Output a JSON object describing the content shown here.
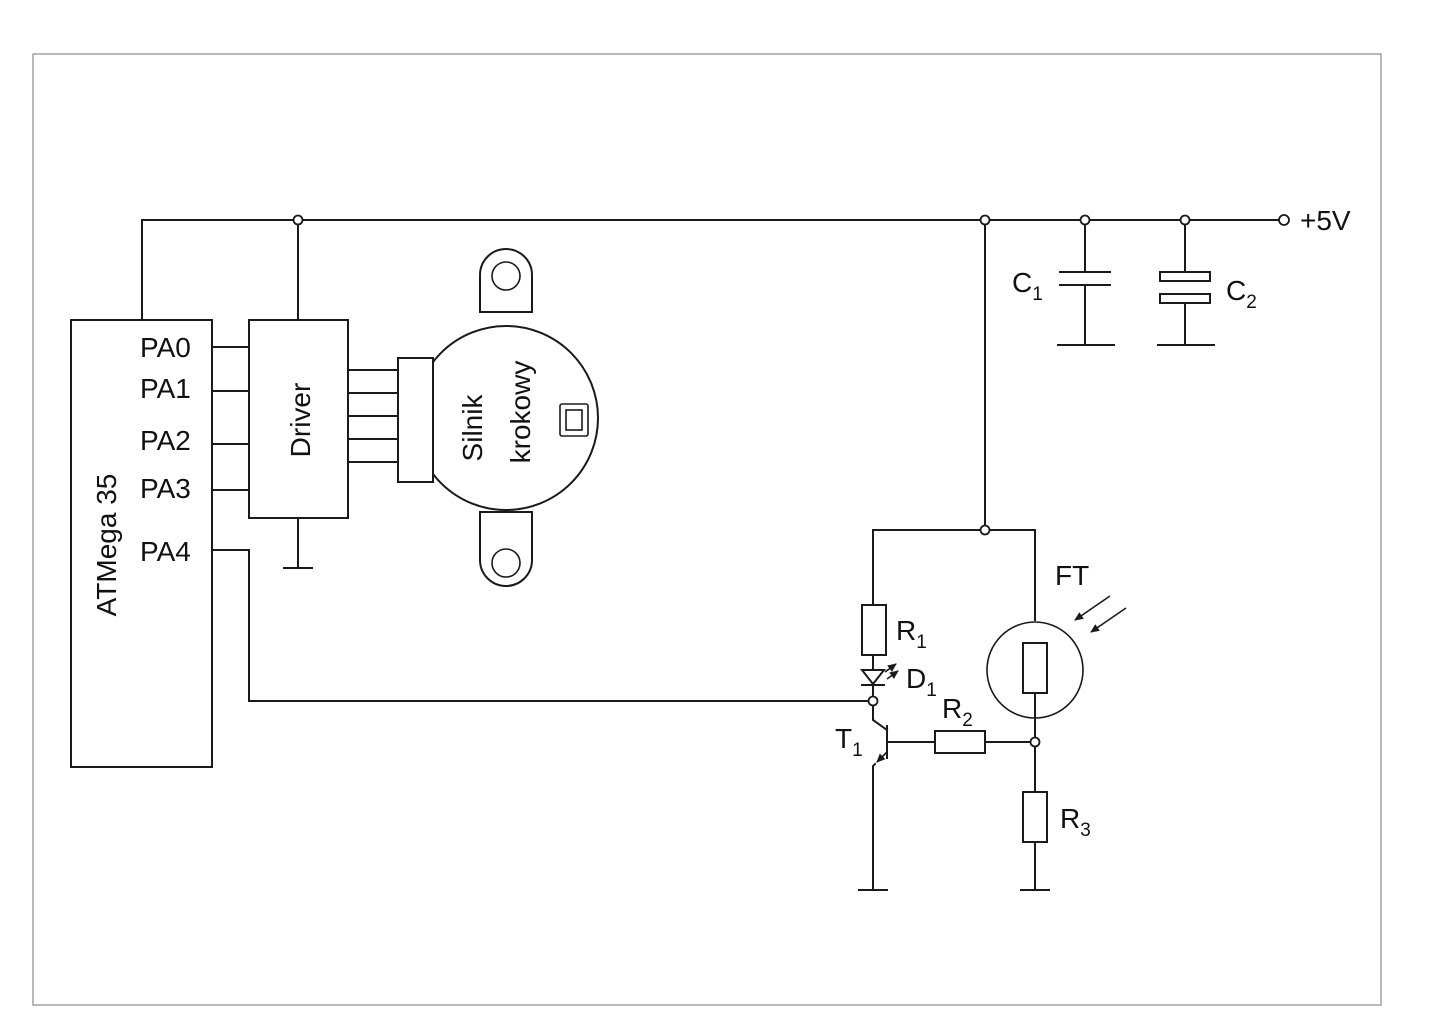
{
  "supply": {
    "label": "+5V"
  },
  "mcu": {
    "name": "ATMega 35",
    "pins": [
      "PA0",
      "PA1",
      "PA2",
      "PA3",
      "PA4"
    ]
  },
  "driver": {
    "label": "Driver"
  },
  "motor": {
    "line1": "Silnik",
    "line2": "krokowy"
  },
  "components": {
    "c1": {
      "main": "C",
      "sub": "1"
    },
    "c2": {
      "main": "C",
      "sub": "2"
    },
    "r1": {
      "main": "R",
      "sub": "1"
    },
    "r2": {
      "main": "R",
      "sub": "2"
    },
    "r3": {
      "main": "R",
      "sub": "3"
    },
    "d1": {
      "main": "D",
      "sub": "1"
    },
    "t1": {
      "main": "T",
      "sub": "1"
    },
    "ft": {
      "main": "FT"
    }
  }
}
